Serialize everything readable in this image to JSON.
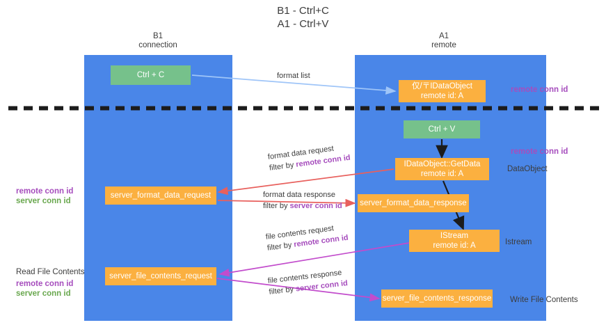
{
  "title": "B1 - Ctrl+C\nA1 - Ctrl+V",
  "title_line1": "B1 - Ctrl+C",
  "title_line2": "A1 - Ctrl+V",
  "colors": {
    "lane": "#4a86e8",
    "green_box": "#76c18b",
    "orange_box": "#fbb040",
    "purple_text": "#a64dbd",
    "green_text": "#6aa84f",
    "red_arrow": "#e8605d",
    "magenta_arrow": "#c24ccc",
    "blue_arrow": "#9fc5f8",
    "black_arrow": "#1c1c1c",
    "background": "#ffffff"
  },
  "columns": [
    {
      "name": "B1",
      "sub": "connection"
    },
    {
      "name": "A1",
      "sub": "remote"
    }
  ],
  "boxes": {
    "ctrl_c": "Ctrl + C",
    "idataobject": {
      "line1": "仅/〒IDataObject",
      "line2": "remote id: A"
    },
    "ctrl_v": "Ctrl + V",
    "getdata": {
      "line1": "IDataObject::GetData",
      "line2": "remote id: A"
    },
    "server_format_data_request": "server_format_data_request",
    "server_format_data_response": "server_format_data_response",
    "istream": {
      "line1": "IStream",
      "line2": "remote id: A"
    },
    "server_file_contents_request": "server_file_contents_request",
    "server_file_contents_response": "server_file_contents_response"
  },
  "annotations": {
    "remote_conn_id": "remote conn id",
    "server_conn_id": "server conn id",
    "dataobject": "DataObject",
    "istream": "Istream",
    "write_file_contents": "Write File Contents",
    "read_file_contents": "Read File Contents"
  },
  "arrow_labels": {
    "format_list": "format list",
    "format_data_request": "format data request",
    "format_data_response": "format data response",
    "file_contents_request": "file contents request",
    "file_contents_response": "file contents response",
    "filter_by": "filter by",
    "remote_conn_id": "remote conn id",
    "server_conn_id": "server conn id"
  }
}
